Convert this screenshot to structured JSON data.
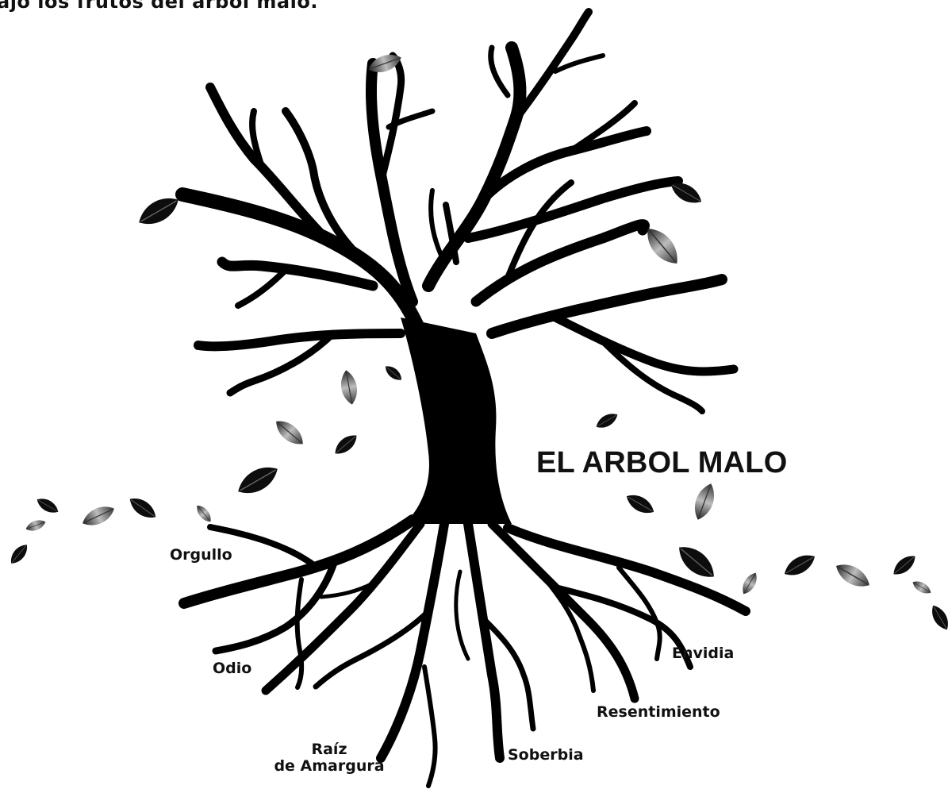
{
  "header": {
    "text": "ajo los frutos del árbol malo."
  },
  "title": "EL ARBOL MALO",
  "roots": {
    "orgullo": "Orgullo",
    "odio": "Odio",
    "raiz_line1": "Raíz",
    "raiz_line2": "de Amargura",
    "soberbia": "Soberbia",
    "resentimiento": "Resentimiento",
    "envidia": "Envidia"
  },
  "colors": {
    "ink": "#000000",
    "leaf_dark": "#111111",
    "leaf_mid": "#5a5a5a",
    "leaf_light": "#9a9a9a"
  }
}
